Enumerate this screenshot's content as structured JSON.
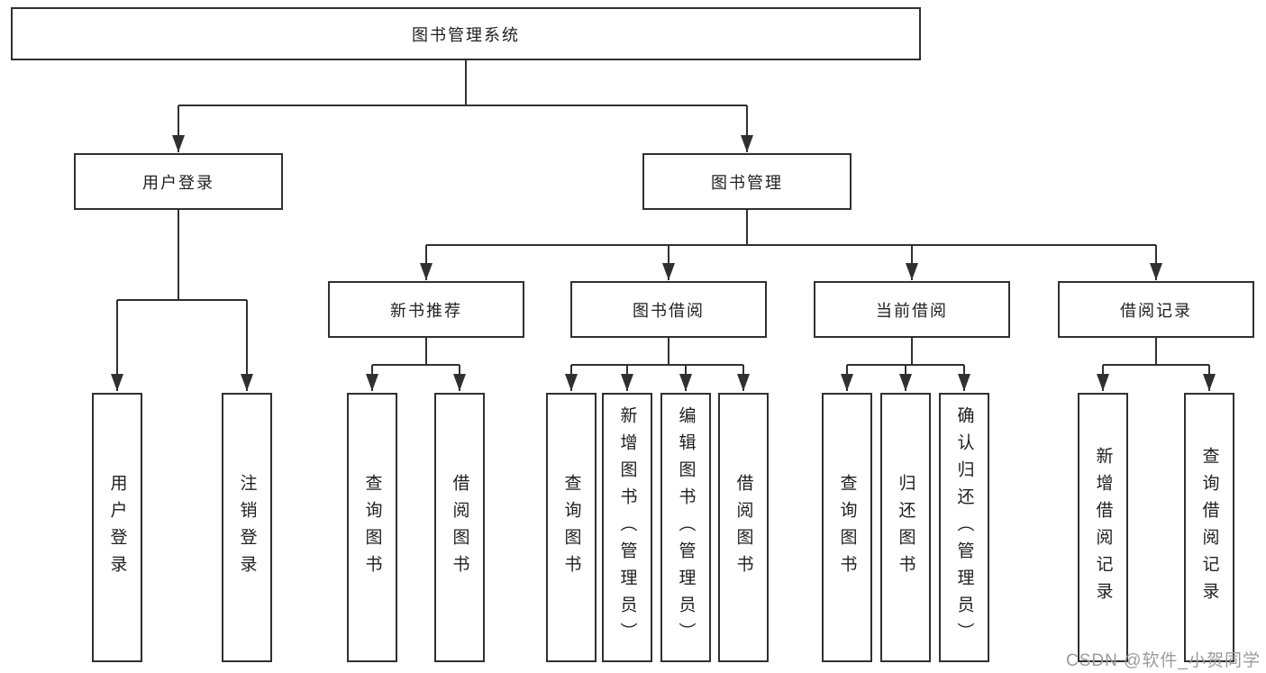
{
  "diagram": {
    "root": {
      "label": "图书管理系统"
    },
    "branches": [
      {
        "label": "用户登录",
        "children": [
          {
            "label": "用户登录"
          },
          {
            "label": "注销登录"
          }
        ]
      },
      {
        "label": "图书管理",
        "groups": [
          {
            "label": "新书推荐",
            "children": [
              {
                "label": "查询图书"
              },
              {
                "label": "借阅图书"
              }
            ]
          },
          {
            "label": "图书借阅",
            "children": [
              {
                "label": "查询图书"
              },
              {
                "label": "新增图书（管理员）"
              },
              {
                "label": "编辑图书（管理员）"
              },
              {
                "label": "借阅图书"
              }
            ]
          },
          {
            "label": "当前借阅",
            "children": [
              {
                "label": "查询图书"
              },
              {
                "label": "归还图书"
              },
              {
                "label": "确认归还（管理员）"
              }
            ]
          },
          {
            "label": "借阅记录",
            "children": [
              {
                "label": "新增借阅记录"
              },
              {
                "label": "查询借阅记录"
              }
            ]
          }
        ]
      }
    ],
    "watermark": "CSDN @软件_小贺同学",
    "colors": {
      "line": "#303030",
      "box_border": "#303030",
      "text": "#1f1f1f",
      "watermark": "#9b9b9b",
      "background": "#ffffff"
    }
  }
}
